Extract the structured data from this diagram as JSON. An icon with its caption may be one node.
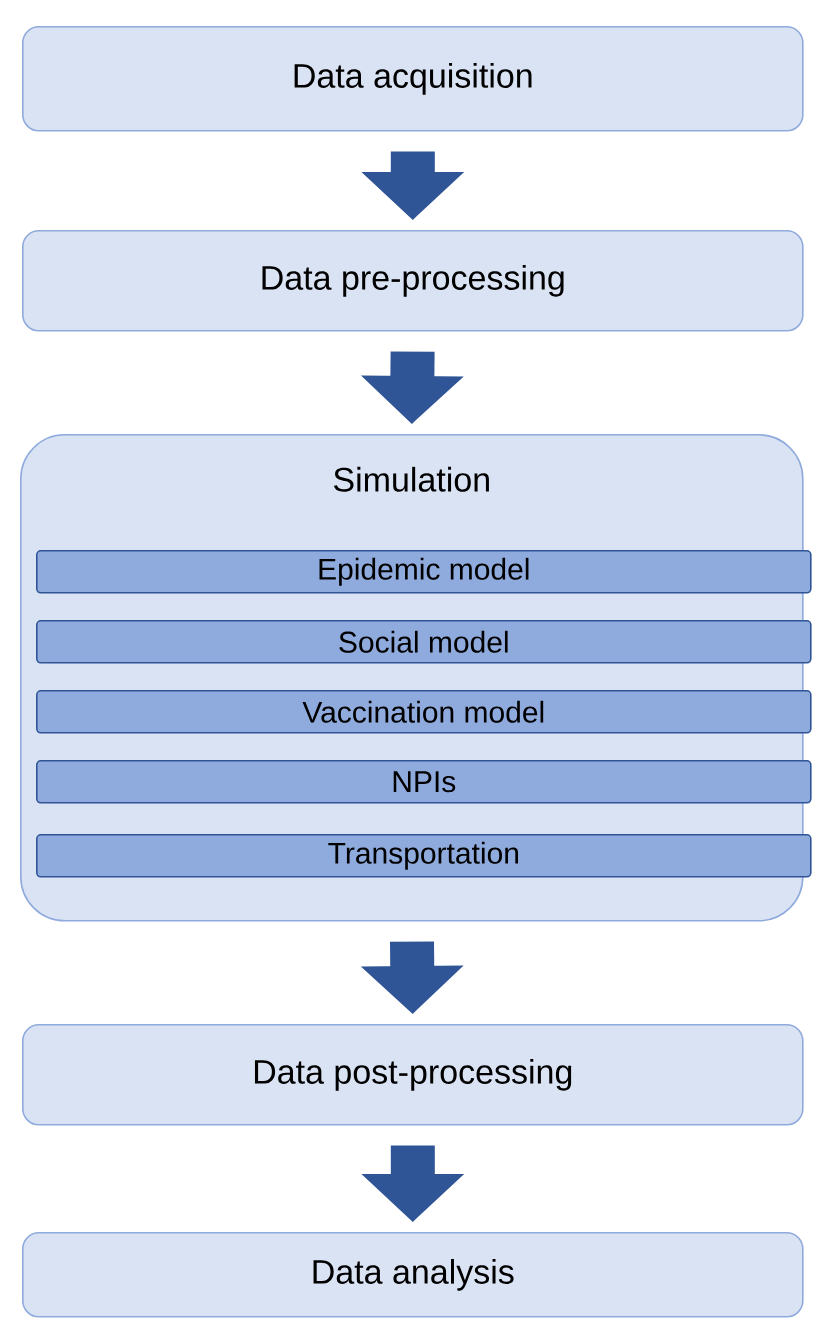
{
  "diagram": {
    "nodes": [
      {
        "text": [
          "Data acquisition"
        ]
      },
      {
        "text": [
          "Data pre-processing"
        ]
      },
      {
        "text": [
          "Simulation"
        ]
      },
      {
        "text": [
          "Epidemic model"
        ],
        "in": 2
      },
      {
        "text": [
          "Social model"
        ],
        "in": 2
      },
      {
        "text": [
          "Vaccination model"
        ],
        "in": 2
      },
      {
        "text": [
          "NPIs"
        ],
        "in": 2
      },
      {
        "text": [
          "Transportation"
        ],
        "in": 2
      },
      {
        "text": [
          "Data post-processing"
        ]
      },
      {
        "text": [
          "Data analysis"
        ]
      }
    ],
    "edges": [
      {
        "from": 0,
        "to": 1,
        "arrow": "to"
      },
      {
        "from": 1,
        "to": 2,
        "arrow": "to"
      },
      {
        "from": 2,
        "to": 8,
        "arrow": "to"
      },
      {
        "from": 8,
        "to": 9,
        "arrow": "to"
      }
    ]
  }
}
